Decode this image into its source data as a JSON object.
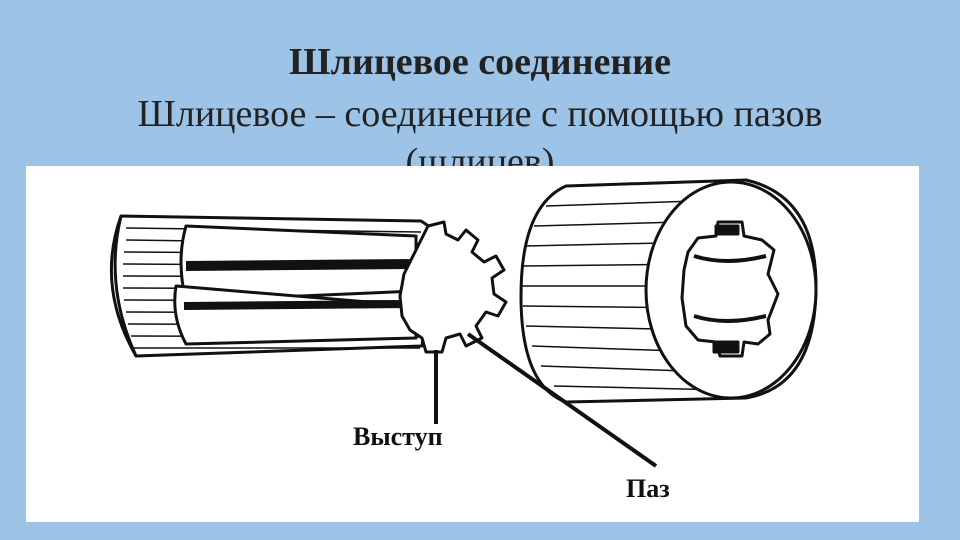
{
  "slide": {
    "title": "Шлицевое соединение",
    "subtitle": "Шлицевое – соединение с помощью пазов (шлицев)"
  },
  "diagram": {
    "labels": {
      "ridge": "Выступ",
      "groove": "Паз"
    }
  },
  "colors": {
    "background": "#9dc3e6",
    "panel": "#ffffff",
    "ink": "#111111"
  }
}
